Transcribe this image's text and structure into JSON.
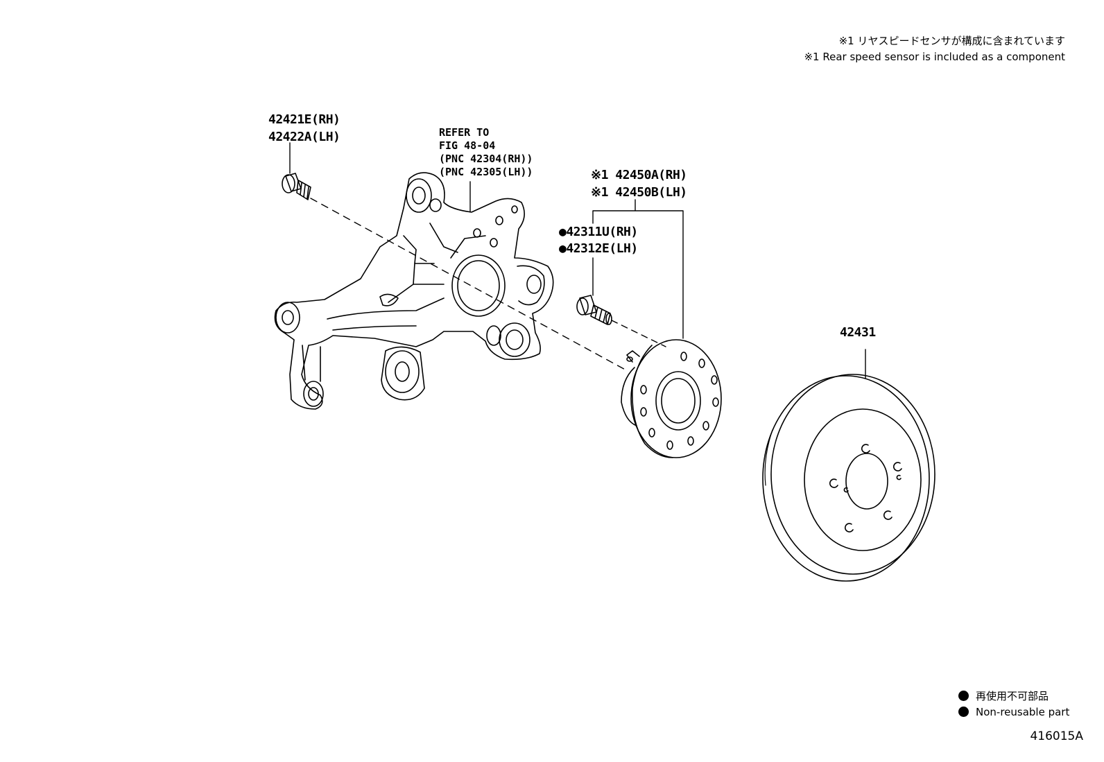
{
  "notes": {
    "line1": "※1 リヤスピードセンサが構成に含まれています",
    "line2": "※1 Rear speed sensor is included as a component"
  },
  "labels": {
    "bolt_rh": "42421E(RH)",
    "bolt_lh": "42422A(LH)",
    "refer_line1": "REFER TO",
    "refer_line2": "FIG 48-04",
    "refer_line3": "(PNC 42304(RH))",
    "refer_line4": "(PNC 42305(LH))",
    "hub_rh": "※1 42450A(RH)",
    "hub_lh": "※1 42450B(LH)",
    "stud_rh": "●42311U(RH)",
    "stud_lh": "●42312E(LH)",
    "disc": "42431"
  },
  "legend": {
    "jp": "再使用不可部品",
    "en": "Non-reusable part"
  },
  "figure_number": "416015A"
}
